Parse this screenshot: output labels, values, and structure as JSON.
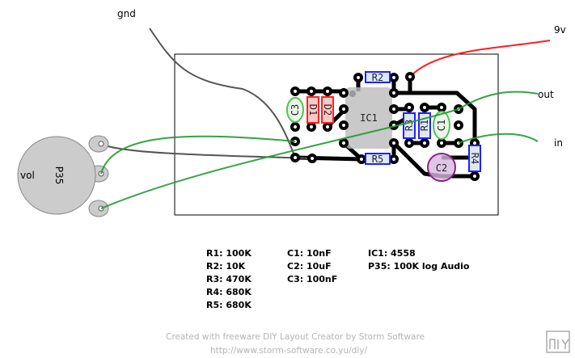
{
  "labels": {
    "gnd": "gnd",
    "v9": "9v",
    "out": "out",
    "in": "in",
    "vol": "vol"
  },
  "parts": {
    "ic1": "IC1",
    "r1": "R1",
    "r2": "R2",
    "r3": "R3",
    "r4": "R4",
    "r5": "R5",
    "c1": "C1",
    "c2": "C2",
    "c3": "C3",
    "d1": "D1",
    "d2": "D2",
    "p35": "P35"
  },
  "bom": {
    "col1": [
      "R1: 100K",
      "R2: 10K",
      "R3: 470K",
      "R4: 680K",
      "R5: 680K"
    ],
    "col2": [
      "C1: 10nF",
      "C2: 10uF",
      "C3: 100nF"
    ],
    "col3": [
      "IC1: 4558",
      "P35: 100K log Audio"
    ]
  },
  "credit": {
    "line1": "Created with freeware DIY Layout Creator by Storm Software",
    "line2": "http://www.storm-software.co.yu/diy/"
  },
  "colors": {
    "trace": "#000000",
    "wire_red": "#ff2020",
    "wire_green": "#1f9a2f",
    "wire_gray": "#555555",
    "resistor_fill": "#dce8f8",
    "resistor_border": "#2020ff",
    "diode_fill": "#ffc8c8",
    "diode_border": "#ff2020",
    "cap_border": "#55c055",
    "cap_fill": "#e8f8e8",
    "elec_border": "#882288",
    "elec_fill": "#d8b8e0",
    "ic_fill": "#bbbbbb",
    "pot_fill": "#cccccc"
  }
}
